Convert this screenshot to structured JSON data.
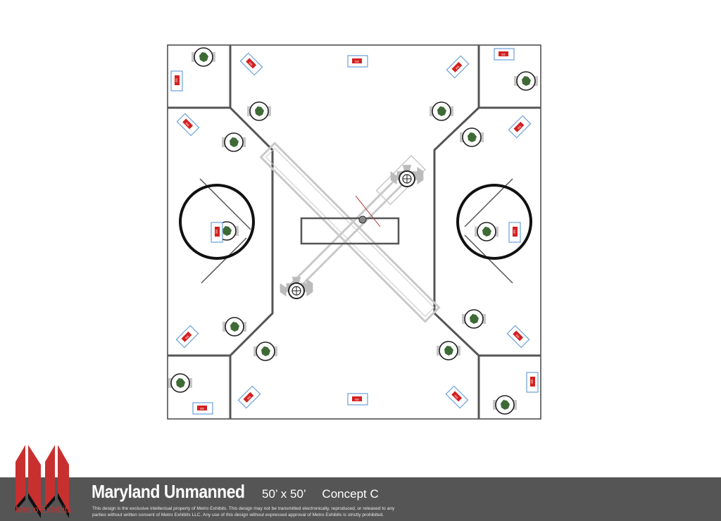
{
  "footer": {
    "title": "Maryland Unmanned",
    "dimensions": "50’ x 50’",
    "concept": "Concept C",
    "legal": "This design is the exclusive  intellectual property of Metro Exhibits. This design may not be transmitted electronically, reproduced, or released to any parties without written consent of Metro Exhibits LLC. Any use of this design without expressed approval of Metro Exhibits is strictly prohibited."
  },
  "logo": {
    "text": "Metro Exhibits"
  },
  "colors": {
    "brand_red": "#c8302f",
    "footer_gray": "#555556",
    "wall": "#555555",
    "plant": "#3e6b35"
  }
}
